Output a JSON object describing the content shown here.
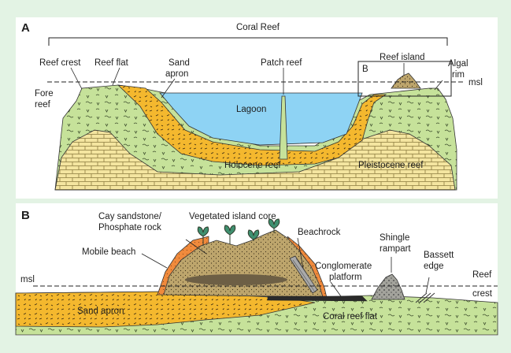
{
  "colors": {
    "background": "#e3f3e4",
    "panel_fill": "#ffffff",
    "reef": "#c6e29a",
    "sand": "#f4b82e",
    "limestone": "#f4e5a0",
    "lagoon": "#8ed3f4",
    "cay": "#bda56c",
    "mobile_beach": "#f08a3c",
    "beachrock": "#a9a9a9",
    "conglomerate": "#2a2a2a",
    "phosphate": "#6d5f45",
    "vegetation": "#3f8f6f"
  },
  "panel_a": {
    "letter": "A",
    "title": "Coral Reef",
    "labels": {
      "reef_crest": "Reef crest",
      "reef_flat": "Reef flat",
      "sand_apron_1": "Sand",
      "sand_apron_2": "apron",
      "patch_reef": "Patch reef",
      "reef_island": "Reef island",
      "algal_rim_1": "Algal",
      "algal_rim_2": "rim",
      "box_letter": "B",
      "msl": "msl",
      "fore_reef_1": "Fore",
      "fore_reef_2": "reef",
      "lagoon": "Lagoon",
      "holocene_reef": "Holocene reef",
      "pleistocene_reef": "Pleistocene reef"
    }
  },
  "panel_b": {
    "letter": "B",
    "labels": {
      "cay_1": "Cay sandstone/",
      "cay_2": "Phosphate rock",
      "vegetated_core": "Vegetated island core",
      "mobile_beach": "Mobile beach",
      "beachrock": "Beachrock",
      "shingle_1": "Shingle",
      "shingle_2": "rampart",
      "bassett_1": "Bassett",
      "bassett_2": "edge",
      "conglomerate_1": "Conglomerate",
      "conglomerate_2": "platform",
      "reef_crest_1": "Reef",
      "reef_crest_2": "crest",
      "msl": "msl",
      "sand_apron": "Sand apron",
      "coral_reef_flat": "Coral reef flat"
    }
  }
}
